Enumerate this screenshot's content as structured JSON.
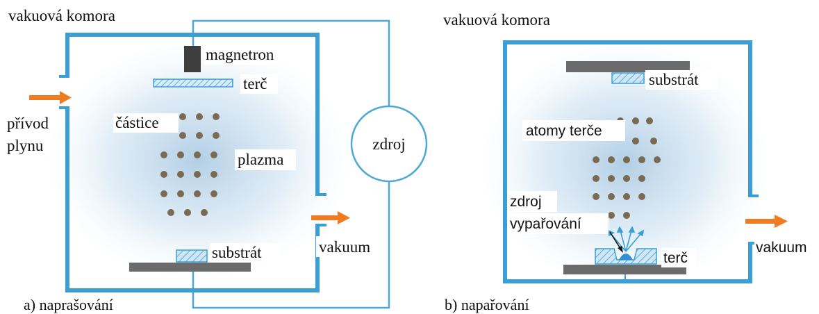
{
  "colors": {
    "wall": "#3b9fd6",
    "wire": "#4fa7d8",
    "arrow": "#f07c22",
    "dot": "#7a6a52",
    "bar": "#6b6b6b",
    "magnetron": "#3e3e3e",
    "hatch": "#3b9fd6",
    "plasma": "#bcd6ea"
  },
  "panel_a": {
    "chamber_label": "vakuová komora",
    "magnetron": "magnetron",
    "target": "terč",
    "gas_inlet_line1": "přívod",
    "gas_inlet_line2": "plynu",
    "particles": "částice",
    "plasma": "plazma",
    "substrate": "substrát",
    "vacuum": "vakuum",
    "power_source": "zdroj",
    "caption": "a) naprašování"
  },
  "panel_b": {
    "chamber_label": "vakuová komora",
    "substrate": "substrát",
    "target_atoms": "atomy terče",
    "evap_source_line1": "zdroj",
    "evap_source_line2": "vypařování",
    "target": "terč",
    "vacuum": "vakuum",
    "caption": "b) napařování"
  }
}
